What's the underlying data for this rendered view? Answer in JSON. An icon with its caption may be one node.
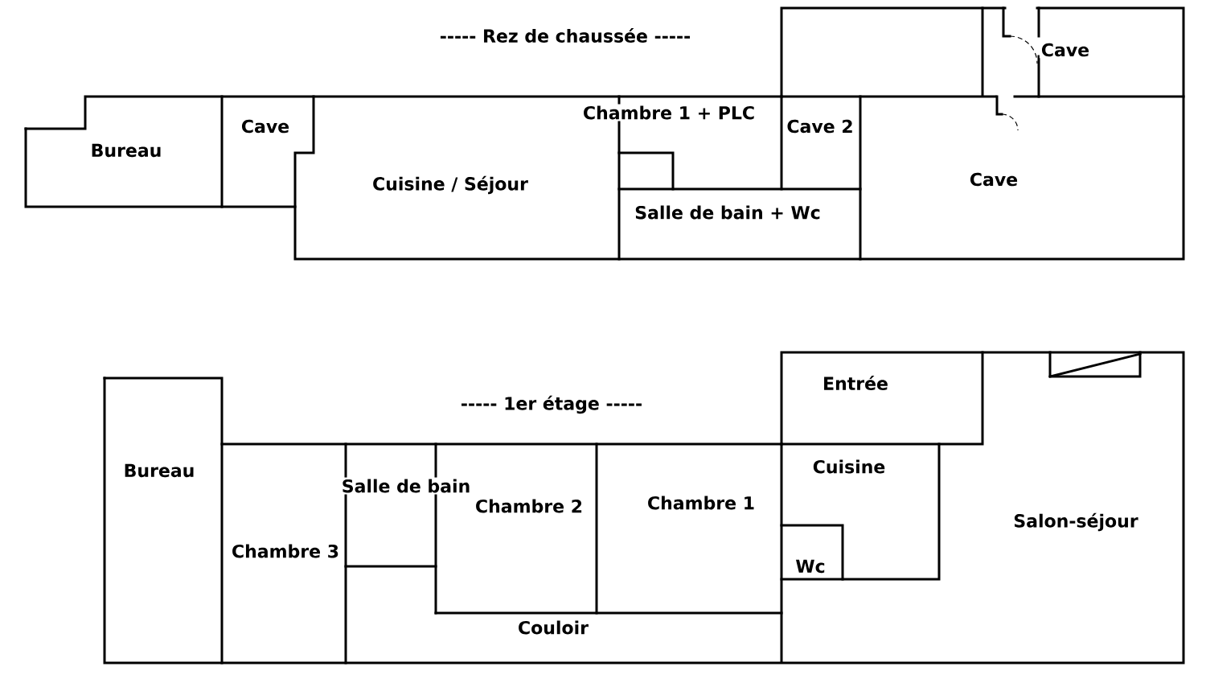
{
  "diagram": {
    "nodes": [
      {
        "text": [
          "Bureau"
        ]
      },
      {
        "text": [
          "Cave"
        ]
      },
      {
        "text": [
          "Cuisine / Séjour"
        ]
      },
      {
        "text": [
          "Chambre 1 + PLC"
        ]
      },
      {
        "text": [
          "Cave 2"
        ]
      },
      {
        "text": [
          "Salle de bain + Wc"
        ]
      },
      {
        "text": [
          "Cave"
        ]
      },
      {
        "text": [
          "Cave"
        ]
      },
      {
        "text": [
          "Entrée"
        ]
      },
      {
        "text": [
          "Bureau"
        ]
      },
      {
        "text": [
          "Salle de bain"
        ]
      },
      {
        "text": [
          "Chambre 2"
        ]
      },
      {
        "text": [
          "Chambre 1"
        ]
      },
      {
        "text": [
          "Cuisine"
        ]
      },
      {
        "text": [
          "Chambre 3"
        ]
      },
      {
        "text": [
          "Salon-séjour"
        ]
      },
      {
        "text": [
          "Wc"
        ]
      },
      {
        "text": [
          "Couloir"
        ]
      }
    ],
    "labels": [
      "----- Rez de chaussée -----",
      "----- 1er étage -----"
    ]
  }
}
